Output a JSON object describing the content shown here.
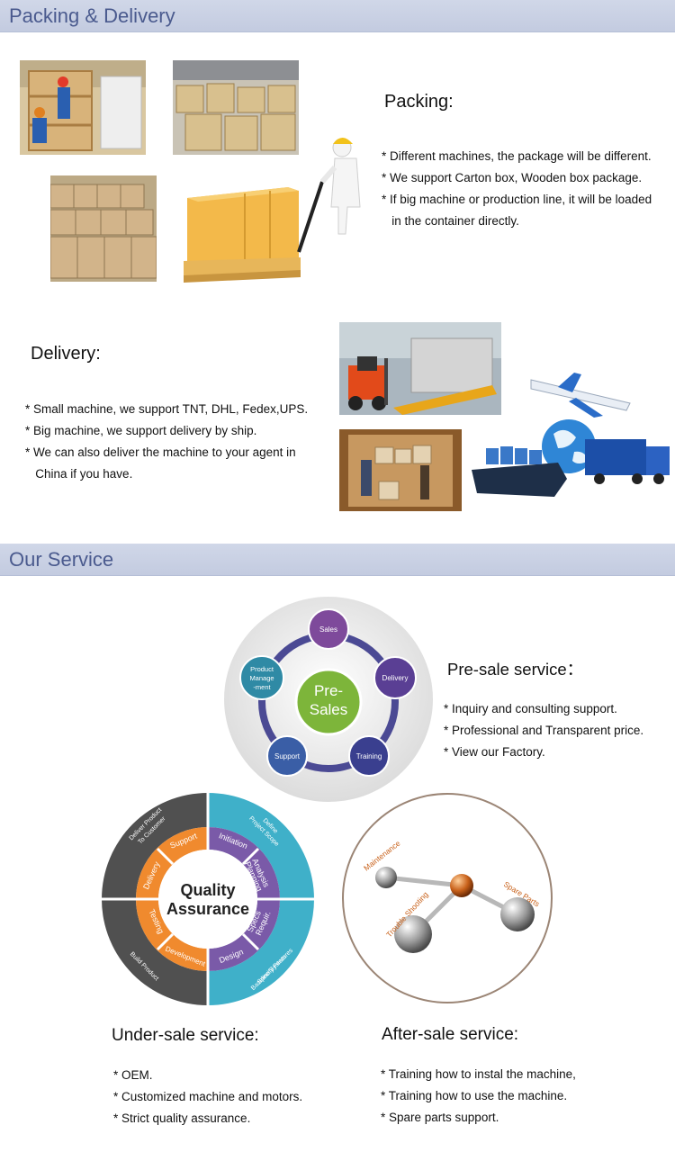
{
  "packing_delivery": {
    "header": "Packing & Delivery",
    "packing": {
      "title": "Packing:",
      "items": [
        "* Different machines, the package will be different.",
        "* We support Carton box, Wooden box package.",
        "* If big machine or production line, it will be loaded",
        "   in the container directly."
      ]
    },
    "delivery": {
      "title": "Delivery:",
      "items": [
        "* Small machine, we support TNT, DHL, Fedex,UPS.",
        "* Big machine, we support delivery by ship.",
        "* We can also deliver the machine to your agent in",
        "   China if you have."
      ]
    }
  },
  "our_service": {
    "header": "Our Service",
    "pre_sale": {
      "title": "Pre-sale service：",
      "items": [
        "* Inquiry and consulting support.",
        "* Professional and Transparent price.",
        "* View our Factory."
      ],
      "diagram": {
        "center": [
          "Pre-",
          "Sales"
        ],
        "nodes": [
          "Sales",
          "Delivery",
          "Training",
          "Support",
          "Product Manage -ment"
        ]
      }
    },
    "under_sale": {
      "title": "Under-sale service:",
      "items": [
        "* OEM.",
        "* Customized machine and motors.",
        "* Strict quality assurance."
      ],
      "diagram": {
        "center": [
          "Quality",
          "Assurance"
        ],
        "inner": [
          "Initiation",
          "Analysis Planning",
          "Requir. Specs",
          "Design",
          "Development",
          "Testing",
          "Delivery",
          "Support"
        ],
        "outer": [
          "Define Project Scope",
          "Specify Features Baseline System",
          "Build Product",
          "Deliver Product To Customer"
        ]
      }
    },
    "after_sale": {
      "title": "After-sale service:",
      "items": [
        "* Training how to instal the machine,",
        "* Training how to use the machine.",
        "* Spare parts support."
      ],
      "diagram": {
        "labels": [
          "Maintenance",
          "Trouble Shooting",
          "Spare Parts"
        ]
      }
    }
  },
  "colors": {
    "header_bg": "#c8d0e4",
    "header_text": "#4a5a8e",
    "presale_center": "#7ab53b",
    "presale_ring": "#4a4a9a",
    "qa_blue": "#3fb0c9",
    "qa_purple": "#7a5aa8",
    "qa_orange": "#f08a2e",
    "qa_dark": "#505050"
  }
}
